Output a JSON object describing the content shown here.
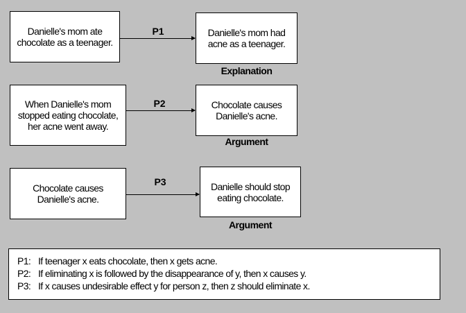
{
  "rows": [
    {
      "premise": "Danielle's mom ate chocolate as a teenager.",
      "principle": "P1",
      "conclusion": "Danielle's mom had acne as a teenager.",
      "type": "Explanation"
    },
    {
      "premise": "When Danielle's mom stopped eating chocolate, her acne went away.",
      "principle": "P2",
      "conclusion": "Chocolate causes Danielle's acne.",
      "type": "Argument"
    },
    {
      "premise": "Chocolate causes Danielle's acne.",
      "principle": "P3",
      "conclusion": "Danielle should stop eating chocolate.",
      "type": "Argument"
    }
  ],
  "legend": [
    {
      "key": "P1:",
      "text": "If teenager x eats chocolate, then x gets acne."
    },
    {
      "key": "P2:",
      "text": "If eliminating x is followed by the disappearance of y, then x causes y."
    },
    {
      "key": "P3:",
      "text": "If x causes undesirable effect y for person z, then z should eliminate x."
    }
  ]
}
